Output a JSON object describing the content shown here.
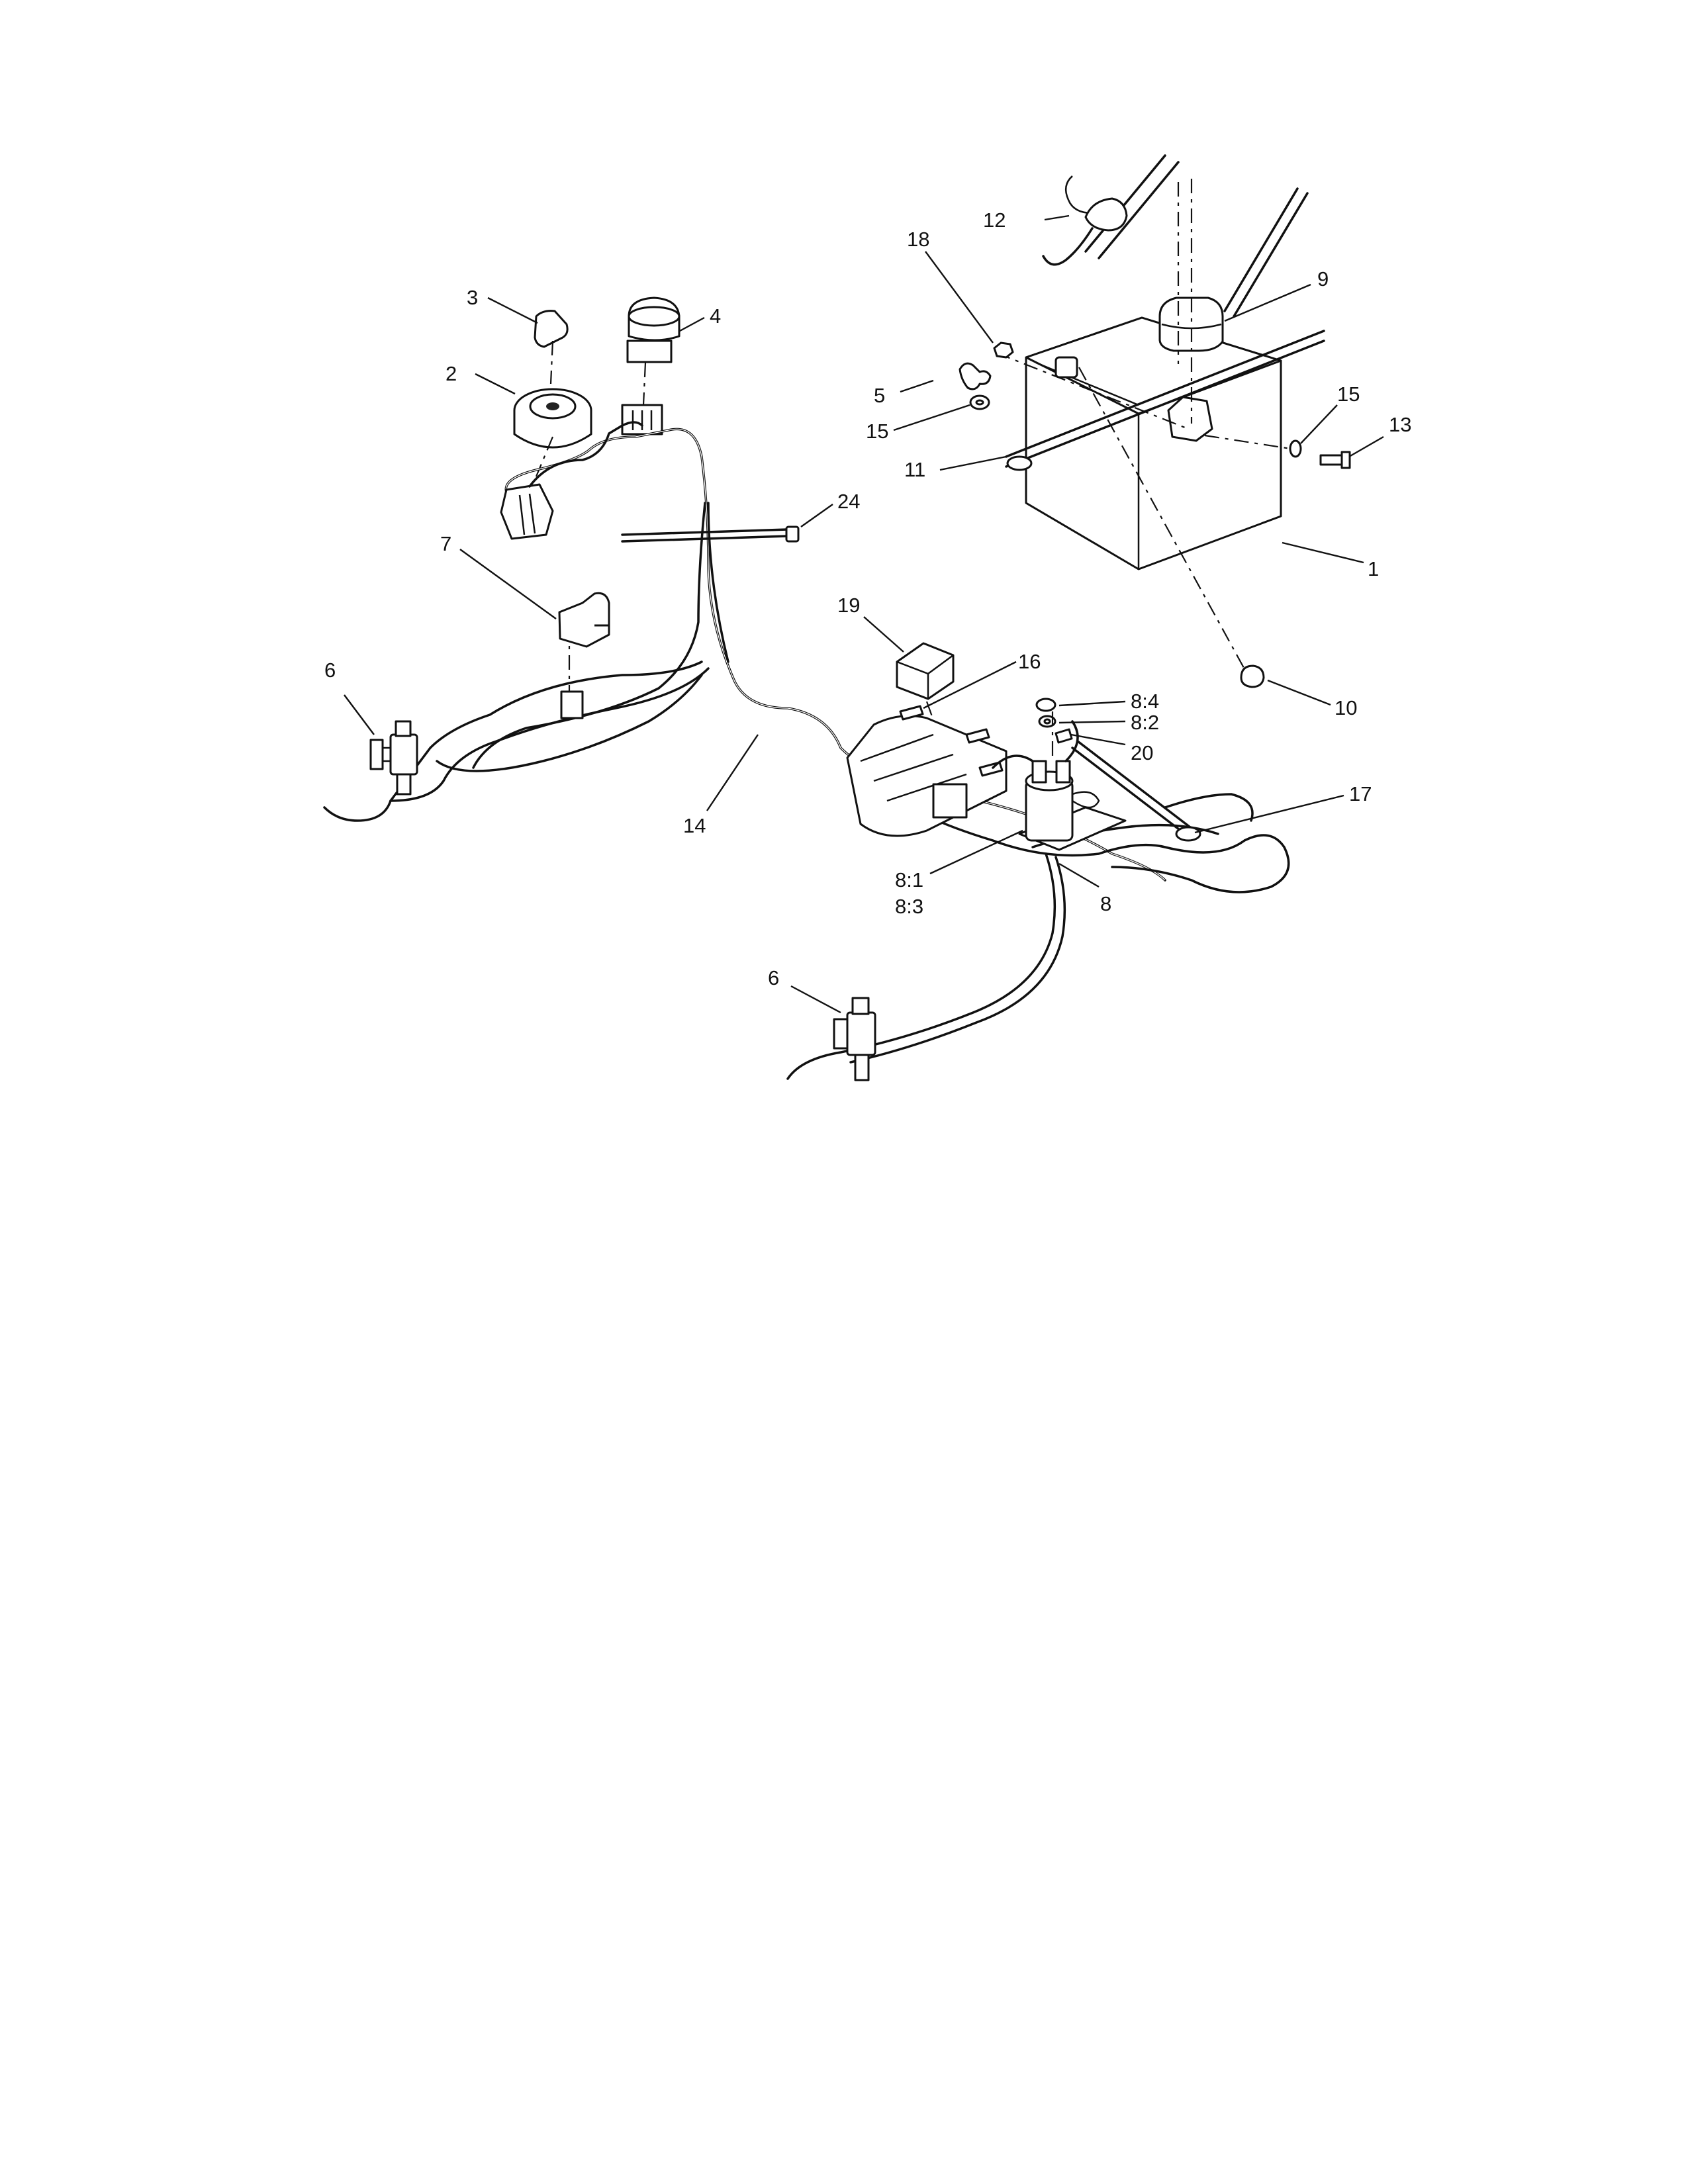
{
  "callouts": {
    "c1": "1",
    "c2": "2",
    "c3": "3",
    "c4": "4",
    "c5": "5",
    "c6a": "6",
    "c6b": "6",
    "c7": "7",
    "c8": "8",
    "c8_1": "8:1",
    "c8_2": "8:2",
    "c8_3": "8:3",
    "c8_4": "8:4",
    "c9": "9",
    "c10": "10",
    "c11": "11",
    "c12": "12",
    "c13": "13",
    "c14": "14",
    "c15a": "15",
    "c15b": "15",
    "c16": "16",
    "c17": "17",
    "c18": "18",
    "c19": "19",
    "c20": "20",
    "c24": "24"
  },
  "icons": {
    "battery": "battery-icon",
    "ignition_switch": "ignition-switch-icon",
    "key": "key-icon",
    "pto_switch": "push-button-switch-icon",
    "relay": "relay-icon",
    "solenoid": "solenoid-icon",
    "plunger_switch": "plunger-switch-icon",
    "cable_tie": "cable-tie-icon",
    "hold_down_strap": "strap-hook-icon",
    "terminal_boot": "terminal-boot-icon"
  },
  "colors": {
    "line": "#111111",
    "background": "#ffffff"
  }
}
